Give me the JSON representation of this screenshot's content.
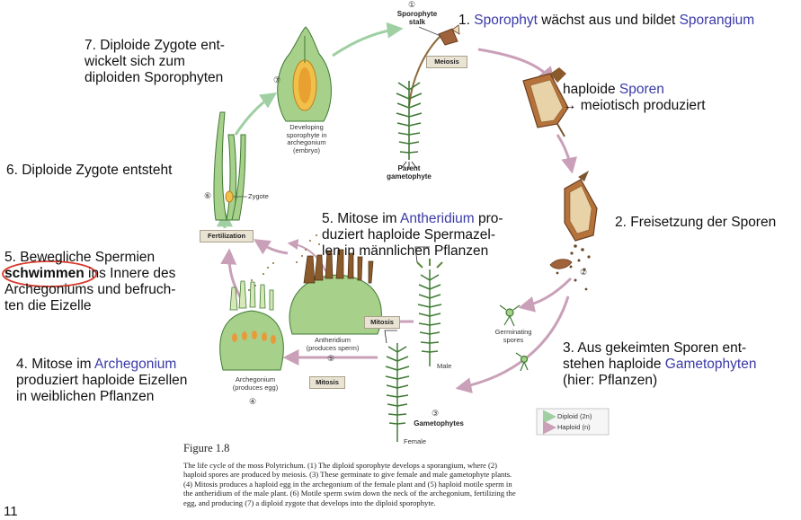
{
  "annotations": {
    "a1_pre": "1. ",
    "a1_sporophyt": "Sporophyt",
    "a1_mid": " wächst aus und bildet ",
    "a1_sporangium": "Sporangium",
    "spores_pre": "haploide ",
    "spores_blue": "Sporen",
    "spores_line2": "→ meiotisch produziert",
    "a2": "2. Freisetzung der Sporen",
    "a3_line1": "3. Aus gekeimten Sporen ent-",
    "a3_line2_pre": "stehen haploide ",
    "a3_line2_blue": "Gametophyten",
    "a3_line3": "(hier: Pflanzen)",
    "a4_pre": "4. Mitose im ",
    "a4_blue": "Archegonium",
    "a4_line2": "produziert haploide Eizellen",
    "a4_line3": "in weiblichen Pflanzen",
    "a5a_line1_pre": "5. Mitose im ",
    "a5a_line1_blue": "Antheridium",
    "a5a_line1_post": " pro-",
    "a5a_line2": "duziert haploide Spermazel-",
    "a5a_line3": "len in männlichen Pflanzen",
    "a5b_line1": "5. Bewegliche Spermien",
    "a5b_bold": "schwimmen",
    "a5b_line2_post": " ins Innere des",
    "a5b_line3": "Archegoniums und befruch-",
    "a5b_line4": "ten die Eizelle",
    "a6": "6. Diploide Zygote entsteht",
    "a7_line1": "7. Diploide Zygote ent-",
    "a7_line2": "wickelt sich zum",
    "a7_line3": "diploiden Sporophyten"
  },
  "figure_labels": {
    "n1": "①",
    "sporophyte_stalk": "Sporophyte\nstalk",
    "meiosis": "Meiosis",
    "parent_gametophyte": "Parent\ngametophyte",
    "n7": "⑦",
    "developing": "Developing\nsporophyte in\narchegonium\n(embryo)",
    "n6": "⑥",
    "zygote": "Zygote",
    "fertilization": "Fertilization",
    "n5": "⑤",
    "antheridium": "Antheridium\n(produces sperm)",
    "mitosis": "Mitosis",
    "male": "Male",
    "n2": "②",
    "germinating": "Germinating\nspores",
    "archegonium": "Archegonium\n(produces egg)",
    "n4": "④",
    "n3": "③",
    "gametophytes": "Gametophytes",
    "female": "Female",
    "legend_diploid": "Diploid (2n)",
    "legend_haploid": "Haploid (n)"
  },
  "figure_title": "Figure 1.8",
  "caption_lines": [
    "The life cycle of the moss Polytrichum. (1) The diploid sporophyte develops a sporangium, where (2)",
    "haploid spores are produced by meiosis. (3) These germinate to give female and male gametophyte plants.",
    "(4) Mitosis produces a haploid egg in the archegonium of the female plant and (5) haploid motile sperm in",
    "the antheridium of the male plant. (6) Motile sperm swim down the neck of the archegonium, fertilizing the",
    "egg, and producing (7) a diploid zygote that develops into the diploid sporophyte."
  ],
  "page_number": "11",
  "colors": {
    "diploid_arrow": "#9fcfa3",
    "haploid_arrow": "#c9a0b8",
    "accent_blue": "#3a3aa8",
    "highlight_red": "#d93a2b",
    "tissue_green": "#a7d08a",
    "box_fill": "#e9e3d3"
  }
}
